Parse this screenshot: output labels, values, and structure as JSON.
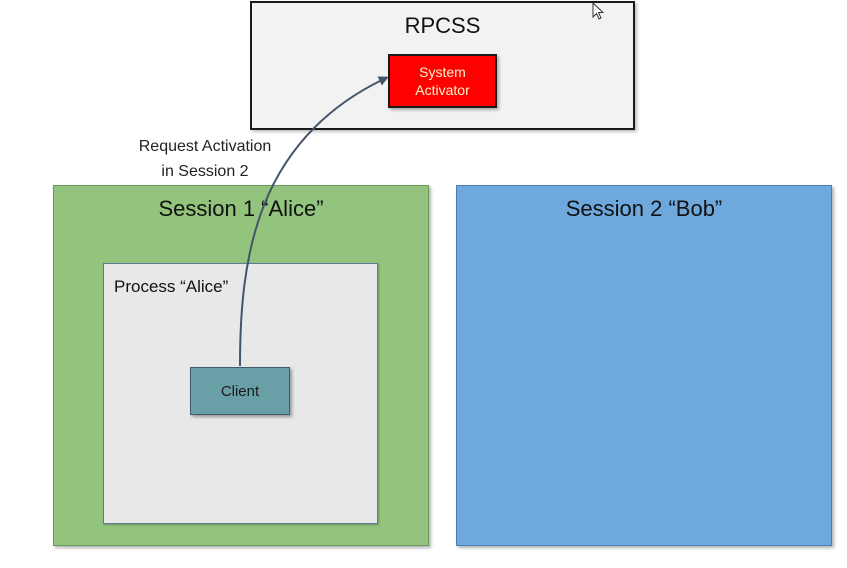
{
  "rpcss": {
    "title": "RPCSS",
    "system_activator_label": "System\nActivator"
  },
  "request": {
    "label": "Request Activation\nin Session 2"
  },
  "session1": {
    "title": "Session 1 “Alice”",
    "process_title": "Process “Alice”",
    "client_label": "Client"
  },
  "session2": {
    "title": "Session 2 “Bob”"
  },
  "colors": {
    "session1_fill": "#93c47d",
    "session2_fill": "#6fa8dc",
    "process_fill": "#e8e8e8",
    "client_fill": "#69a0a8",
    "system_activator_fill": "#ff0000",
    "rpcss_fill": "#f2f2f2",
    "arrow": "#44546a"
  },
  "icons": {
    "cursor": "mouse-pointer-icon"
  }
}
